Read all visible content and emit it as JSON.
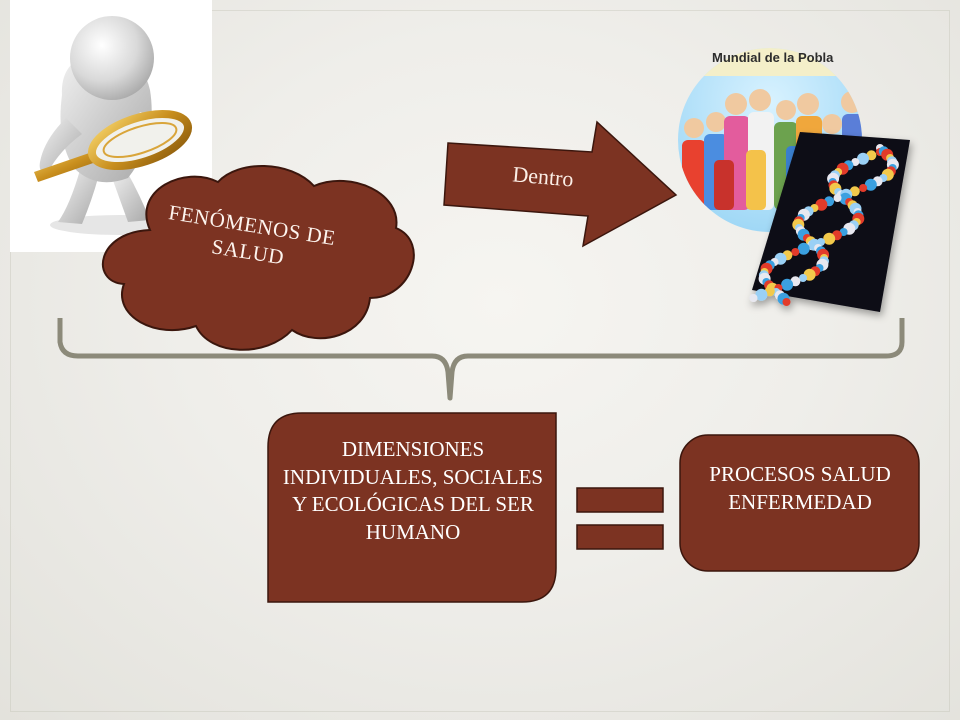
{
  "slide": {
    "cloud_label": "FENÓMENOS DE SALUD",
    "arrow_label": "Dentro",
    "dimensions_label": "DIMENSIONES INDIVIDUALES, SOCIALES Y ECOLÓGICAS DEL SER HUMANO",
    "result_label": "PROCESOS SALUD ENFERMEDAD",
    "photo_caption": "Mundial de la Pobla",
    "colors": {
      "shape_fill": "#7c3322",
      "shape_stroke": "#3b160d",
      "brace": "#8c8a7a",
      "background": "#efeeea"
    },
    "icons": [
      "magnifier-figure-icon",
      "population-photo",
      "dna-helix-image",
      "equals-sign"
    ]
  }
}
